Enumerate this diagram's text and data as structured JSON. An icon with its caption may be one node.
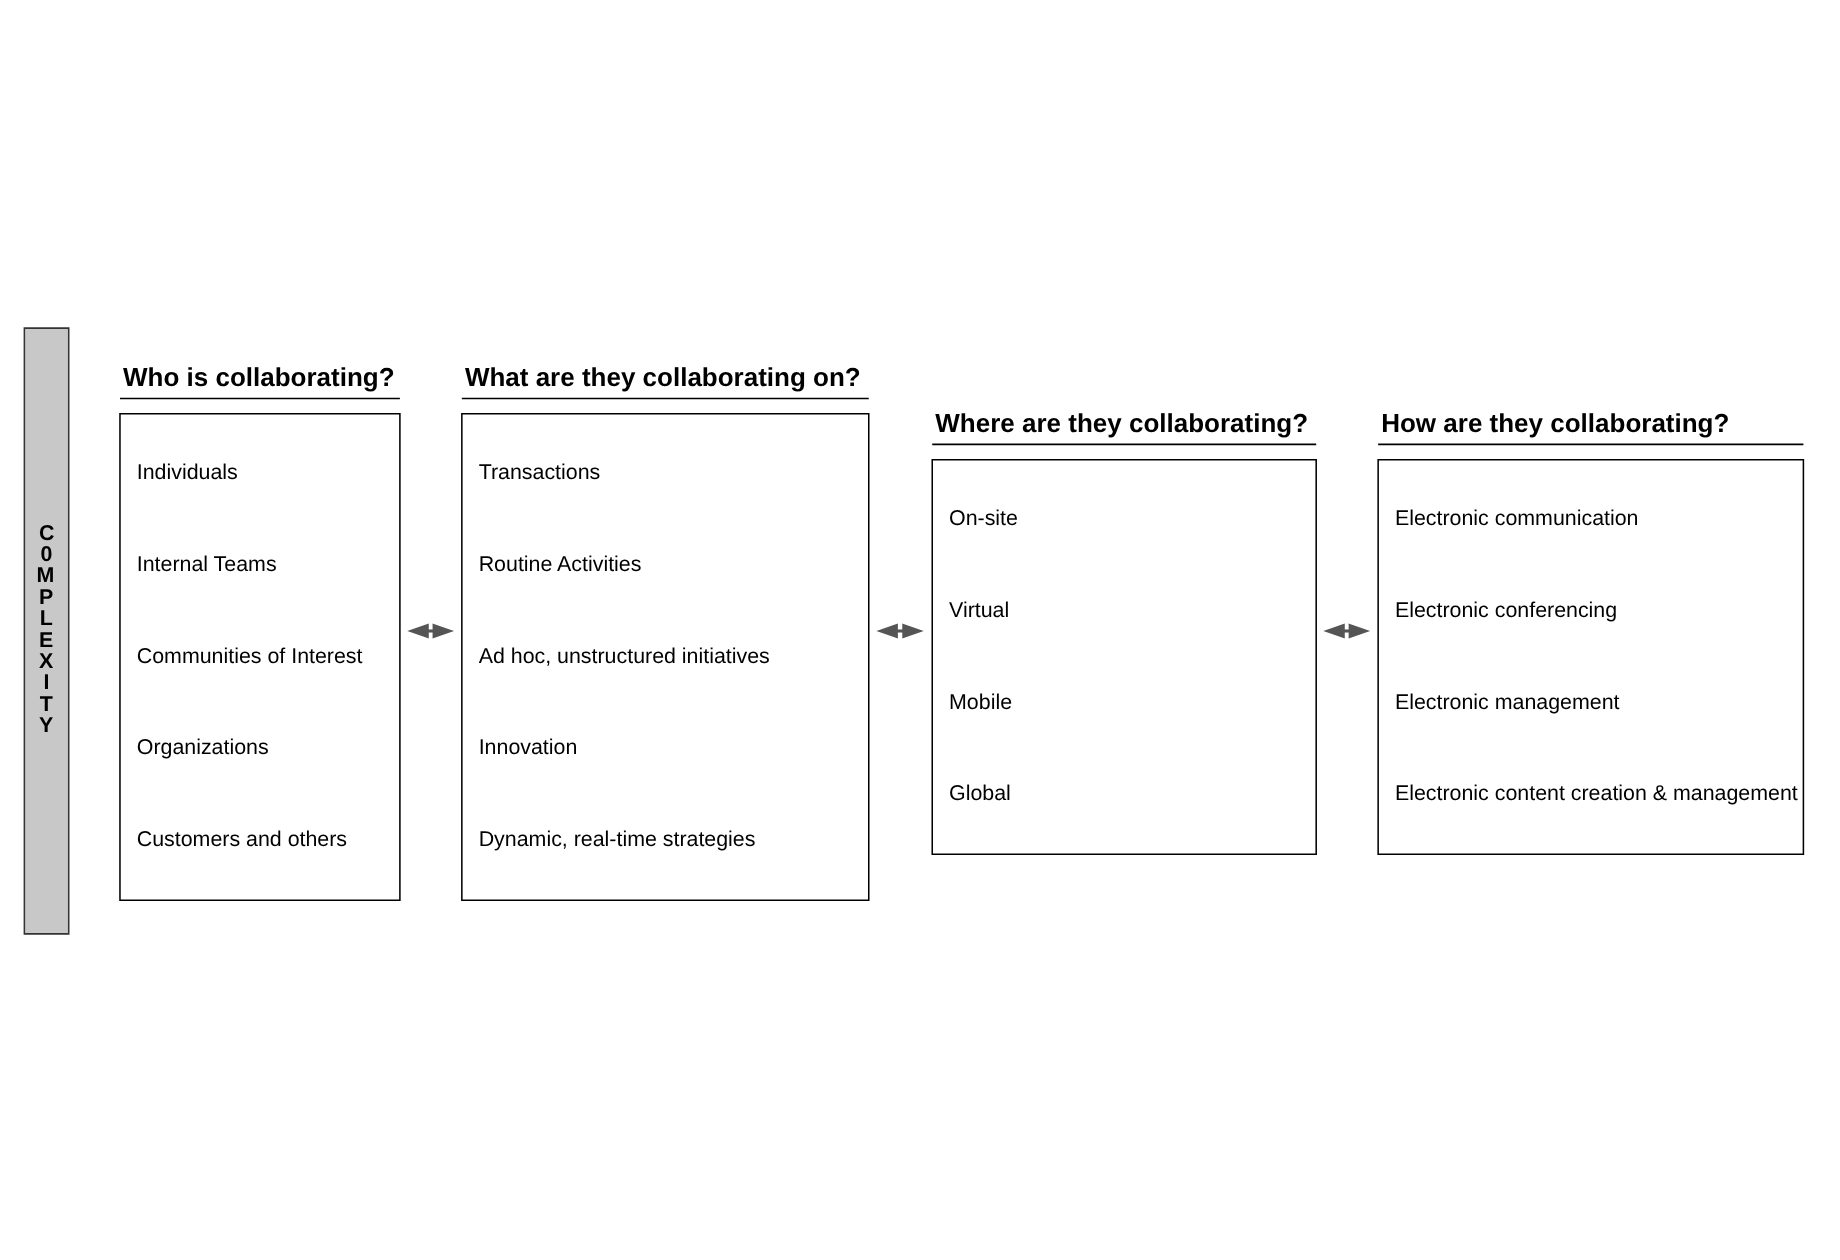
{
  "diagram": {
    "nodes": [
      {
        "text": [
          "C0MPLEXITY"
        ]
      },
      {
        "text": [
          "Who is collaborating?",
          "Individuals",
          "Internal Teams",
          "Communities of Interest",
          "Organizations",
          "Customers and others"
        ]
      },
      {
        "text": [
          "What are they collaborating on?",
          "Transactions",
          "Routine Activities",
          "Ad hoc, unstructured initiatives",
          "Innovation",
          "Dynamic, real-time strategies"
        ]
      },
      {
        "text": [
          "Where are they collaborating?",
          "On-site",
          "Virtual",
          "Mobile",
          "Global"
        ]
      },
      {
        "text": [
          "How are they collaborating?",
          "Electronic communication",
          "Electronic conferencing",
          "Electronic management",
          "Electronic content creation & management"
        ]
      }
    ],
    "edges": [
      {
        "from": 1,
        "to": 2,
        "arrow": "both"
      },
      {
        "from": 2,
        "to": 3,
        "arrow": "both"
      },
      {
        "from": 3,
        "to": 4,
        "arrow": "both"
      }
    ]
  }
}
